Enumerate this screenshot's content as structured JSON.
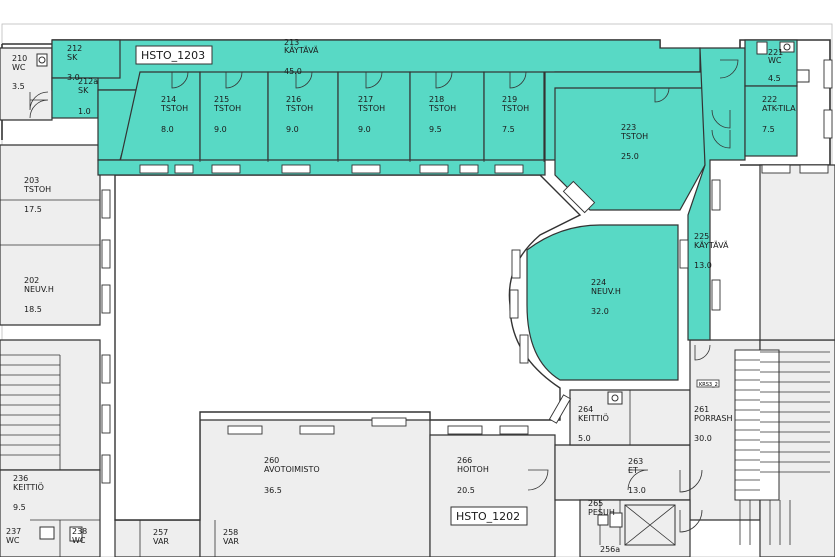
{
  "plan": {
    "zone_tags": [
      "HSTO_1203",
      "HSTO_1202"
    ],
    "small_tag": "KRS3_2",
    "rooms": [
      {
        "id": "212",
        "name": "SK",
        "area": "3.0"
      },
      {
        "id": "212a",
        "name": "SK",
        "area": "1.0"
      },
      {
        "id": "210",
        "name": "WC",
        "area": "3.5"
      },
      {
        "id": "213",
        "name": "KÄYTÄVÄ",
        "area": "45.0"
      },
      {
        "id": "214",
        "name": "TSTOH",
        "area": "8.0"
      },
      {
        "id": "215",
        "name": "TSTOH",
        "area": "9.0"
      },
      {
        "id": "216",
        "name": "TSTOH",
        "area": "9.0"
      },
      {
        "id": "217",
        "name": "TSTOH",
        "area": "9.0"
      },
      {
        "id": "218",
        "name": "TSTOH",
        "area": "9.5"
      },
      {
        "id": "219",
        "name": "TSTOH",
        "area": "7.5"
      },
      {
        "id": "221",
        "name": "WC",
        "area": "4.5"
      },
      {
        "id": "222",
        "name": "ATK-TILA",
        "area": "7.5"
      },
      {
        "id": "223",
        "name": "TSTOH",
        "area": "25.0"
      },
      {
        "id": "203",
        "name": "TSTOH",
        "area": "17.5"
      },
      {
        "id": "202",
        "name": "NEUV.H",
        "area": "18.5"
      },
      {
        "id": "224",
        "name": "NEUV.H",
        "area": "32.0"
      },
      {
        "id": "225",
        "name": "KÄYTÄVÄ",
        "area": "13.0"
      },
      {
        "id": "264",
        "name": "KEITTIÖ",
        "area": "5.0"
      },
      {
        "id": "261",
        "name": "PORRASH",
        "area": "30.0"
      },
      {
        "id": "263",
        "name": "ET",
        "area": "13.0"
      },
      {
        "id": "260",
        "name": "AVOTOIMISTO",
        "area": "36.5"
      },
      {
        "id": "266",
        "name": "HOITOH",
        "area": "20.5"
      },
      {
        "id": "265",
        "name": "PESUH",
        "area": ""
      },
      {
        "id": "236",
        "name": "KEITTIÖ",
        "area": "9.5"
      },
      {
        "id": "257",
        "name": "VAR",
        "area": ""
      },
      {
        "id": "258",
        "name": "VAR",
        "area": ""
      },
      {
        "id": "237",
        "name": "WC",
        "area": ""
      },
      {
        "id": "238",
        "name": "WC",
        "area": ""
      },
      {
        "id": "256a",
        "name": "",
        "area": ""
      }
    ]
  }
}
